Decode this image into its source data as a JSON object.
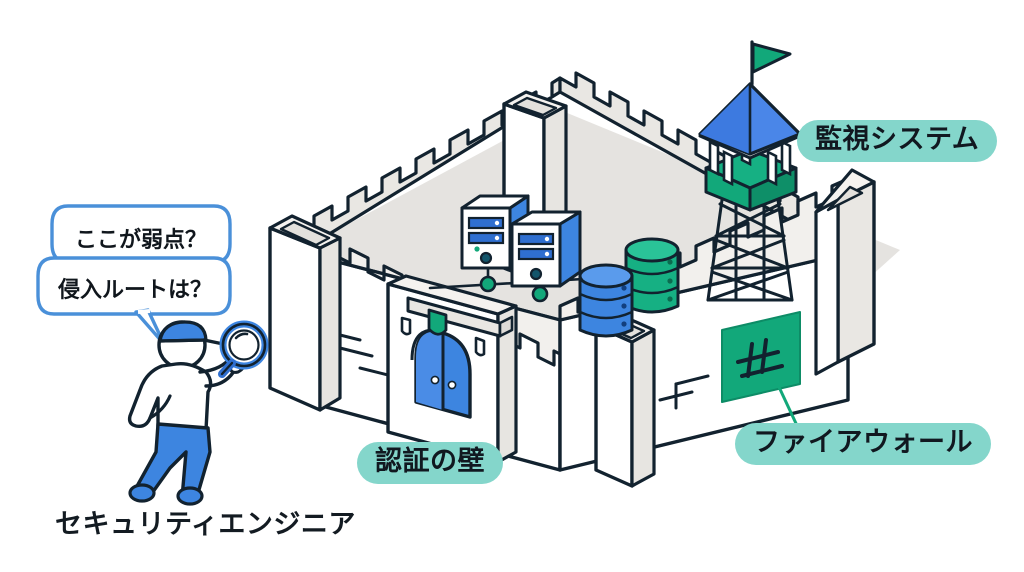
{
  "illustration": {
    "title": "security-castle-diagram",
    "background_color": "#ffffff"
  },
  "palette": {
    "outline": "#12222f",
    "wall_face_light": "#ffffff",
    "wall_face_shadow": "#eceae6",
    "ground_shadow": "#e3e1dd",
    "blue": "#3d85e0",
    "blue_dark": "#1f63c4",
    "blue_roof": "#4a86e8",
    "green": "#12a87a",
    "green_dark": "#0e8f68",
    "teal_pill": "#84d6cb",
    "bubble_stroke": "#4a90d9"
  },
  "labels": {
    "monitoring": "監視システム",
    "firewall": "ファイアウォール",
    "auth_wall": "認証の壁",
    "engineer_caption": "セキュリティエンジニア"
  },
  "speech_bubbles": [
    {
      "text": "ここが弱点？"
    },
    {
      "text": "侵入ルートは？"
    }
  ],
  "objects": [
    {
      "name": "castle-wall",
      "label": "認証の壁"
    },
    {
      "name": "gatehouse",
      "label": "認証の壁"
    },
    {
      "name": "watchtower",
      "label": "監視システム"
    },
    {
      "name": "firewall-panel",
      "label": "ファイアウォール"
    },
    {
      "name": "server-rack",
      "label": ""
    },
    {
      "name": "database-stack",
      "label": ""
    },
    {
      "name": "security-engineer",
      "label": "セキュリティエンジニア"
    }
  ]
}
